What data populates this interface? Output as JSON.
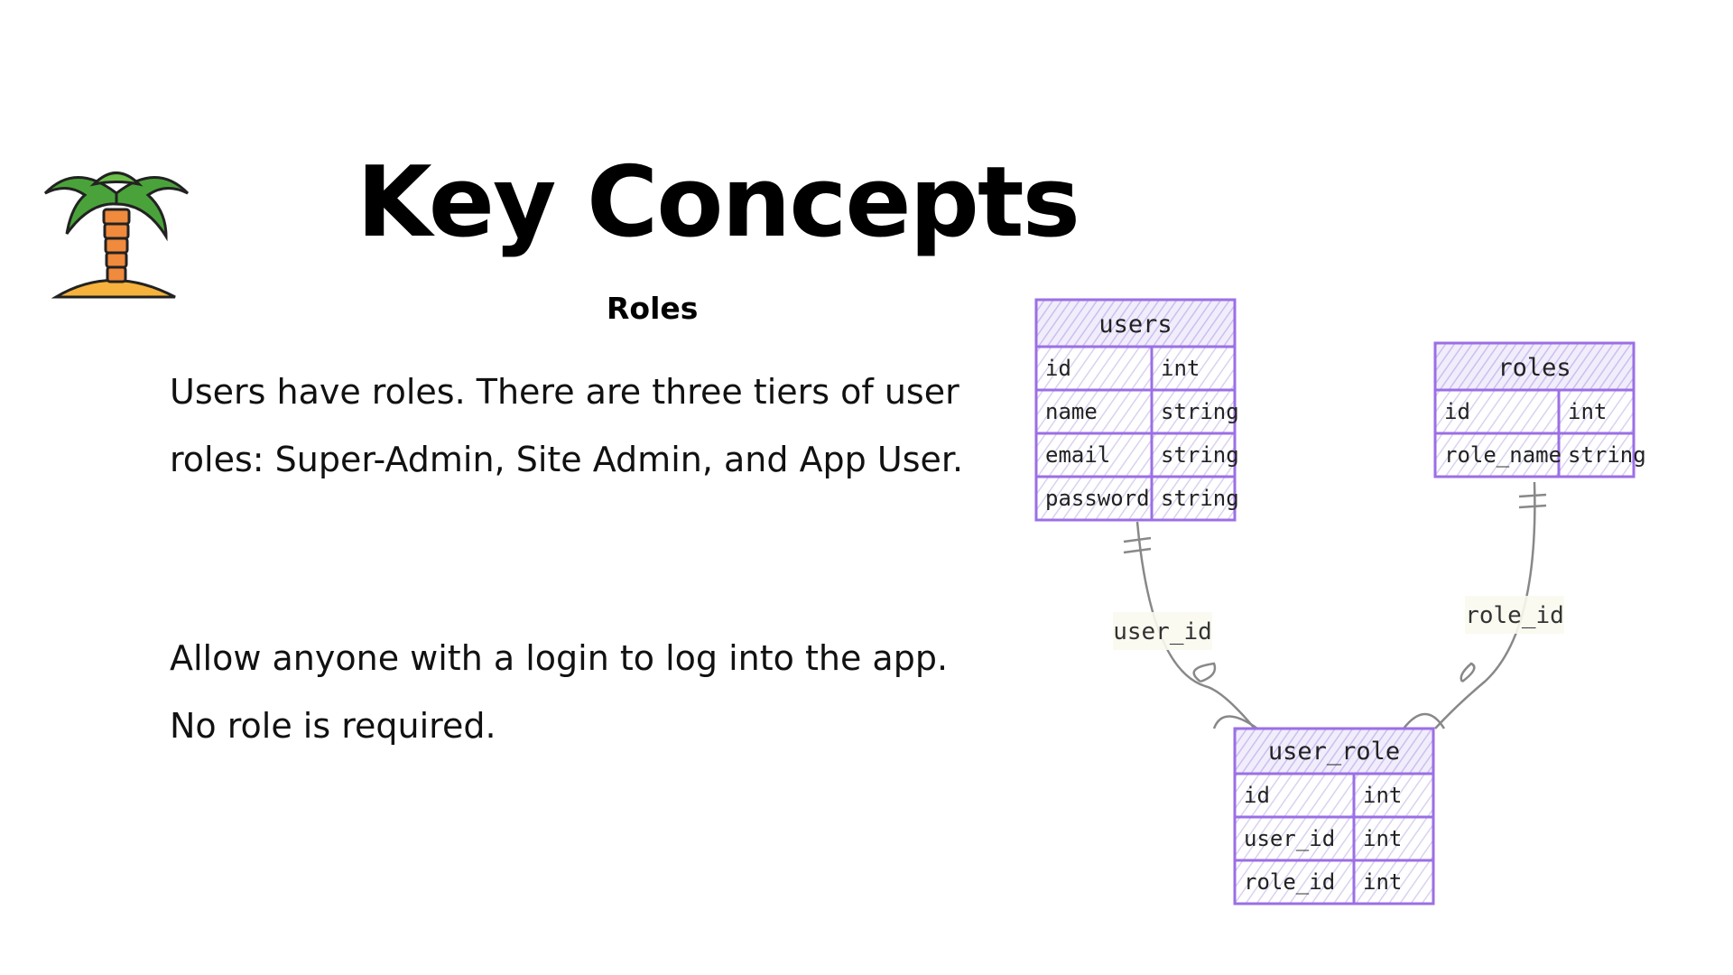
{
  "slide": {
    "title": "Key Concepts",
    "subtitle": "Roles",
    "paragraph_1": "Users have roles. There are three tiers of user roles: Super-Admin, Site Admin, and App User.",
    "paragraph_2": "Allow anyone with a login to log into the app. No role is required.",
    "logo_icon": "palm-tree-island-icon"
  },
  "diagram": {
    "accent_color": "#9b6fe6",
    "tables": {
      "users": {
        "name": "users",
        "fields": [
          {
            "name": "id",
            "type": "int"
          },
          {
            "name": "name",
            "type": "string"
          },
          {
            "name": "email",
            "type": "string"
          },
          {
            "name": "password",
            "type": "string"
          }
        ]
      },
      "roles": {
        "name": "roles",
        "fields": [
          {
            "name": "id",
            "type": "int"
          },
          {
            "name": "role_name",
            "type": "string"
          }
        ]
      },
      "user_role": {
        "name": "user_role",
        "fields": [
          {
            "name": "id",
            "type": "int"
          },
          {
            "name": "user_id",
            "type": "int"
          },
          {
            "name": "role_id",
            "type": "int"
          }
        ]
      }
    },
    "relations": {
      "users_to_user_role": "user_id",
      "roles_to_user_role": "role_id"
    }
  }
}
